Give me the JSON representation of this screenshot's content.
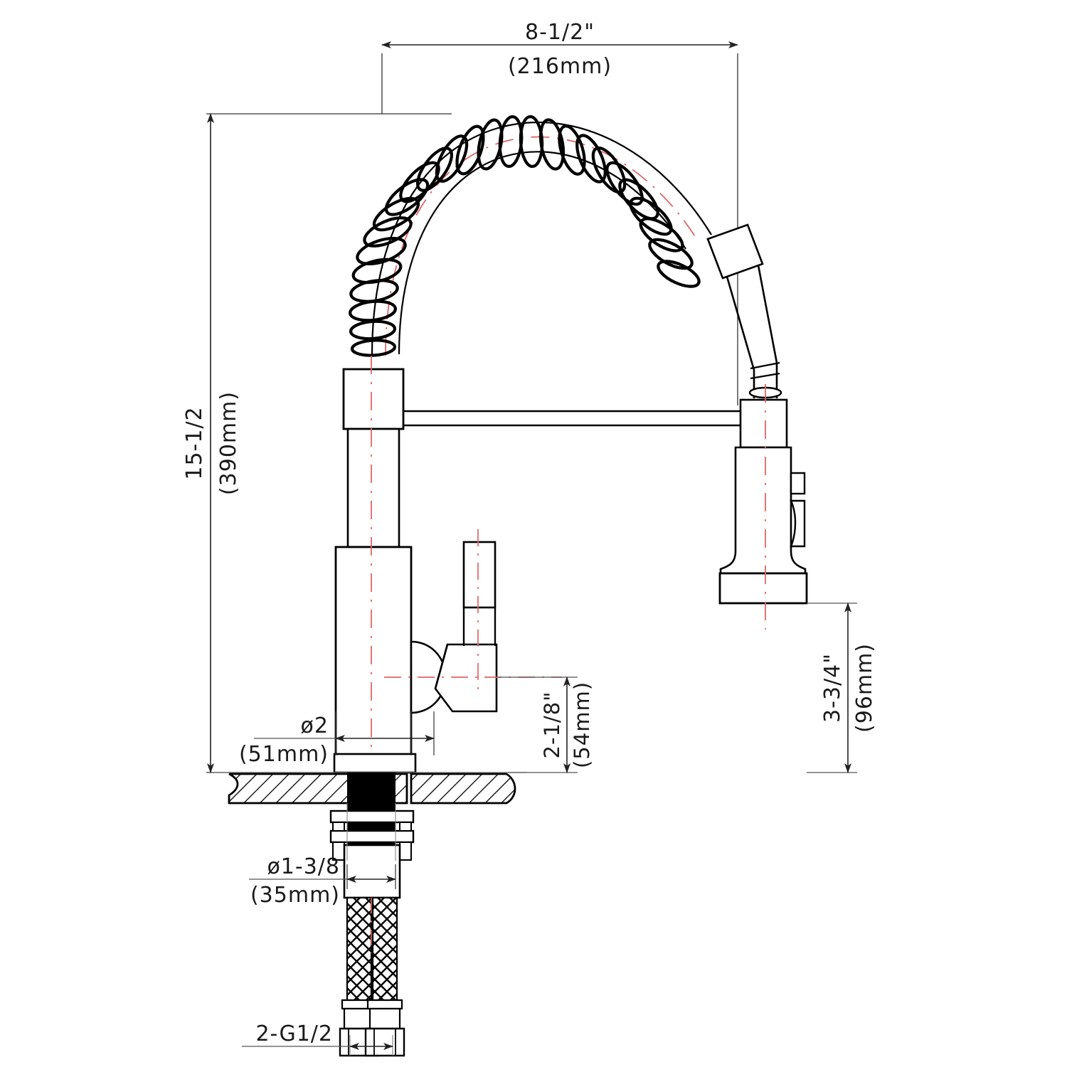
{
  "drawing": {
    "title": "Pull-Down Spring Kitchen Faucet Dimension Drawing",
    "type": "technical-line-drawing",
    "background_color": "#ffffff",
    "line_color": "#000000",
    "centerline_color": "#e06666",
    "dimension_line_color": "#333333"
  },
  "dimensions": {
    "spout_reach": {
      "imperial": "8-1/2\"",
      "metric": "(216mm)",
      "orientation": "horizontal",
      "position": "top"
    },
    "overall_height": {
      "imperial": "15-1/2",
      "metric": "(390mm)",
      "orientation": "vertical-rotated",
      "position": "left"
    },
    "base_diameter": {
      "imperial": "ø2",
      "metric": "(51mm)",
      "orientation": "horizontal",
      "position": "left-of-base"
    },
    "shank_diameter": {
      "imperial": "ø1-3/8",
      "metric": "(35mm)",
      "orientation": "horizontal",
      "position": "below-deck"
    },
    "handle_height": {
      "imperial": "2-1/8\"",
      "metric": "(54mm)",
      "orientation": "vertical-rotated",
      "position": "center"
    },
    "spray_head_clearance": {
      "imperial": "3-3/4\"",
      "metric": "(96mm)",
      "orientation": "vertical-rotated",
      "position": "right"
    },
    "supply_thread": {
      "label": "2-G1/2",
      "orientation": "horizontal",
      "position": "bottom"
    }
  },
  "components": [
    {
      "name": "spring-coil",
      "description": "helical spring arc over gooseneck"
    },
    {
      "name": "faucet-body",
      "description": "vertical cylindrical column"
    },
    {
      "name": "collar",
      "description": "upper collar at spring base"
    },
    {
      "name": "connecting-bar",
      "description": "horizontal tie bar to spray head"
    },
    {
      "name": "lever-handle",
      "description": "single lever handle with pivot ball"
    },
    {
      "name": "spray-head",
      "description": "pull-down sprayer with mode buttons"
    },
    {
      "name": "deck",
      "description": "hatched countertop cross-section"
    },
    {
      "name": "mounting-hardware",
      "description": "plate and lock nut below deck"
    },
    {
      "name": "supply-hoses",
      "description": "two braided flexible supply lines"
    }
  ]
}
